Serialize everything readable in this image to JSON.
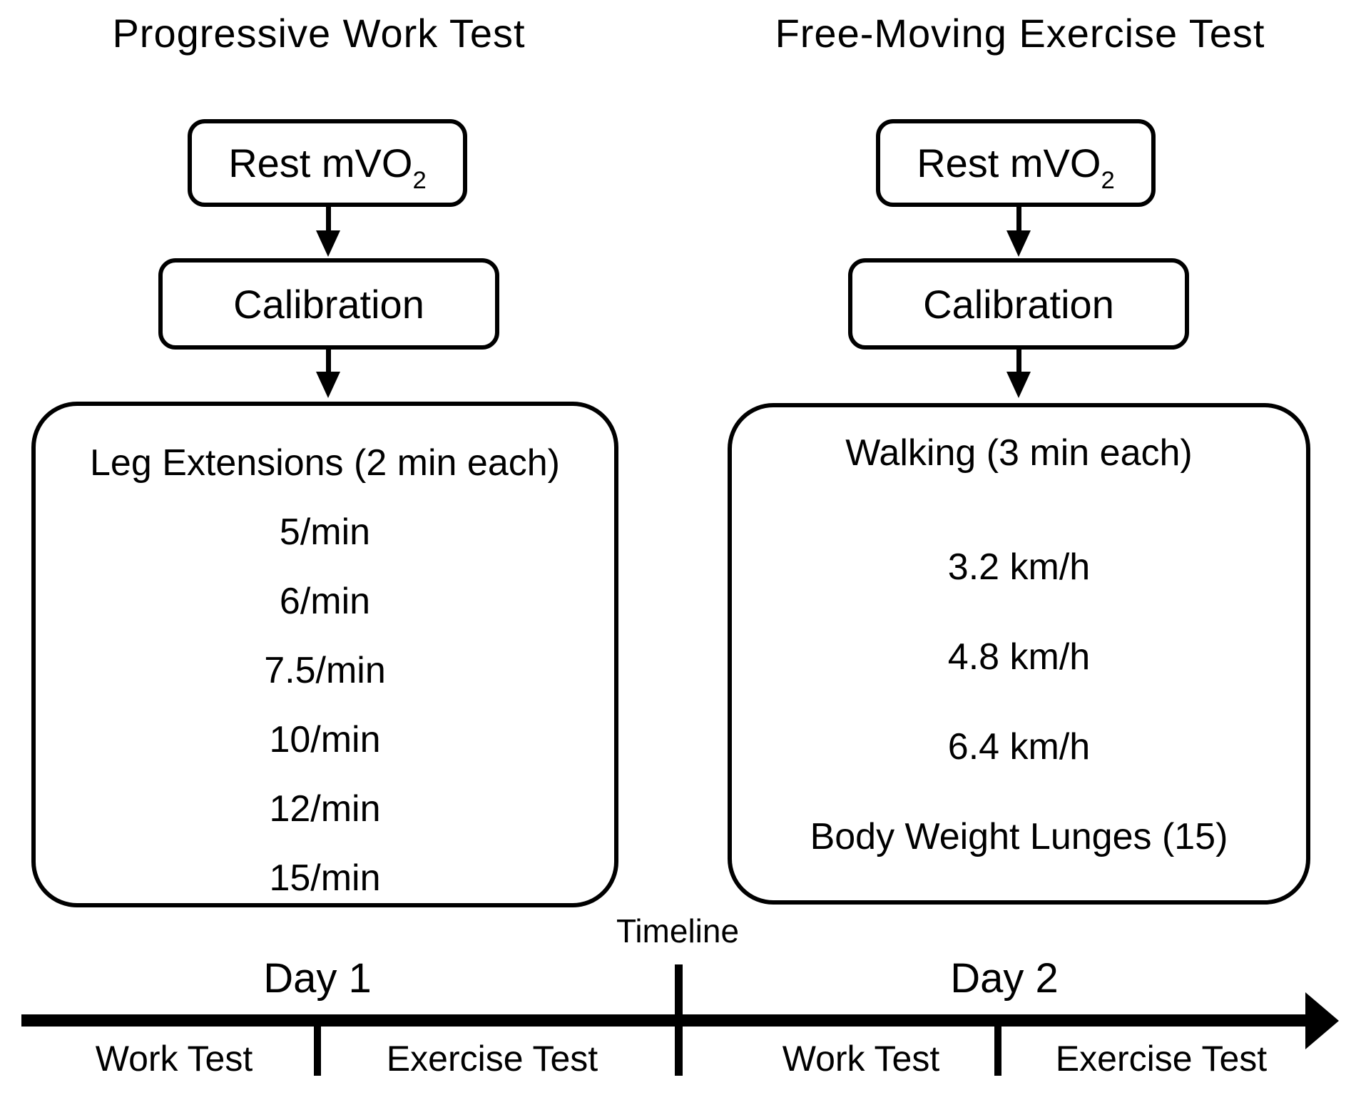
{
  "colors": {
    "ink": "#000000",
    "background": "#ffffff"
  },
  "left_column": {
    "title": "Progressive Work Test",
    "rest_box": {
      "text_main": "Rest mVO",
      "text_sub": "2"
    },
    "calibration_box": {
      "label": "Calibration"
    },
    "protocol_box": {
      "header": "Leg Extensions (2 min each)",
      "items": [
        "5/min",
        "6/min",
        "7.5/min",
        "10/min",
        "12/min",
        "15/min"
      ]
    }
  },
  "right_column": {
    "title": "Free-Moving Exercise Test",
    "rest_box": {
      "text_main": "Rest mVO",
      "text_sub": "2"
    },
    "calibration_box": {
      "label": "Calibration"
    },
    "protocol_box": {
      "header": "Walking (3 min each)",
      "items": [
        "3.2 km/h",
        "4.8 km/h",
        "6.4 km/h"
      ],
      "footer": "Body Weight Lunges (15)"
    }
  },
  "timeline": {
    "label": "Timeline",
    "days": [
      {
        "label": "Day 1",
        "segments": [
          "Work Test",
          "Exercise Test"
        ]
      },
      {
        "label": "Day 2",
        "segments": [
          "Work Test",
          "Exercise Test"
        ]
      }
    ]
  }
}
